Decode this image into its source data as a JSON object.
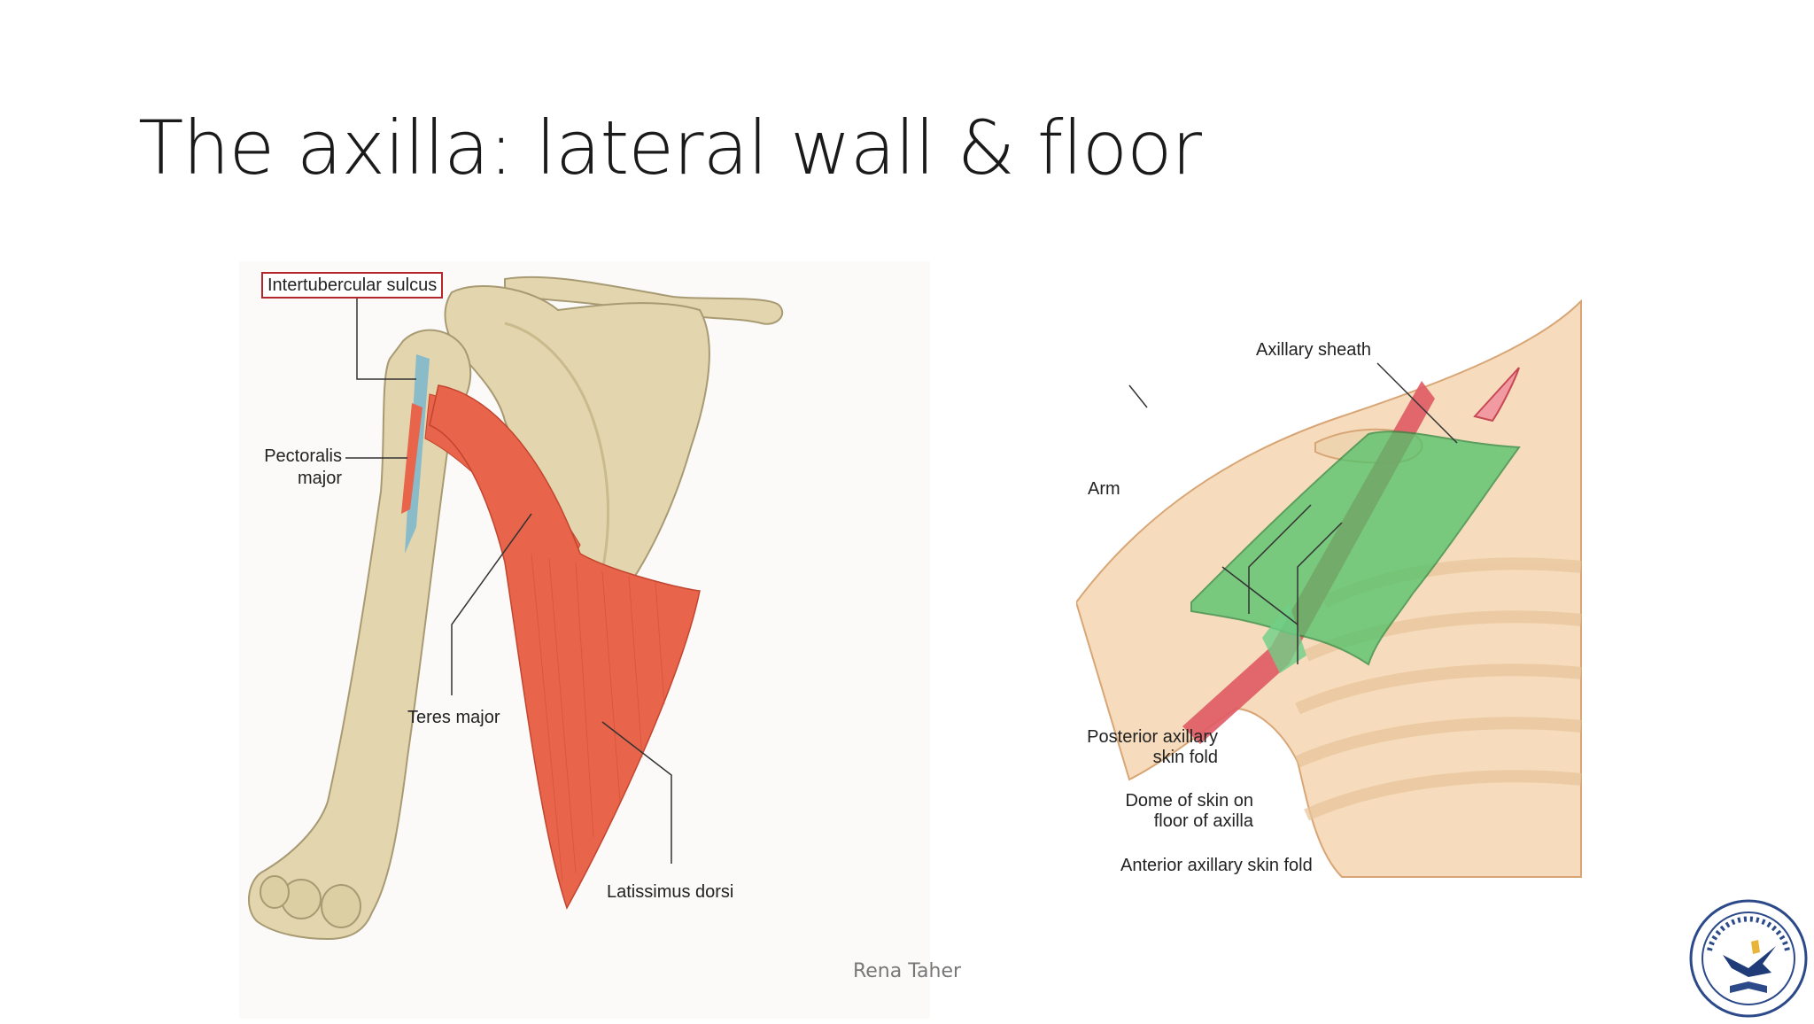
{
  "slide": {
    "title": "The axilla: lateral wall & floor",
    "footer": "Rena Taher"
  },
  "left_figure": {
    "labels": {
      "intertubercular_sulcus": "Intertubercular sulcus",
      "pectoralis_major_1": "Pectoralis",
      "pectoralis_major_2": "major",
      "teres_major": "Teres major",
      "latissimus_dorsi": "Latissimus dorsi"
    }
  },
  "right_figure": {
    "labels": {
      "axillary_sheath": "Axillary sheath",
      "arm": "Arm",
      "posterior_fold_1": "Posterior axillary",
      "posterior_fold_2": "skin fold",
      "dome_1": "Dome of skin on",
      "dome_2": "floor of axilla",
      "anterior_fold": "Anterior axillary skin fold"
    }
  },
  "logo": {
    "icon": "university-seal-icon"
  },
  "colors": {
    "bone": "#e3d6ae",
    "muscle": "#e8644a",
    "skin": "#f6dcbc",
    "sheath": "#4fc26a",
    "artery": "#e05a64",
    "label_box": "#b3262c"
  }
}
